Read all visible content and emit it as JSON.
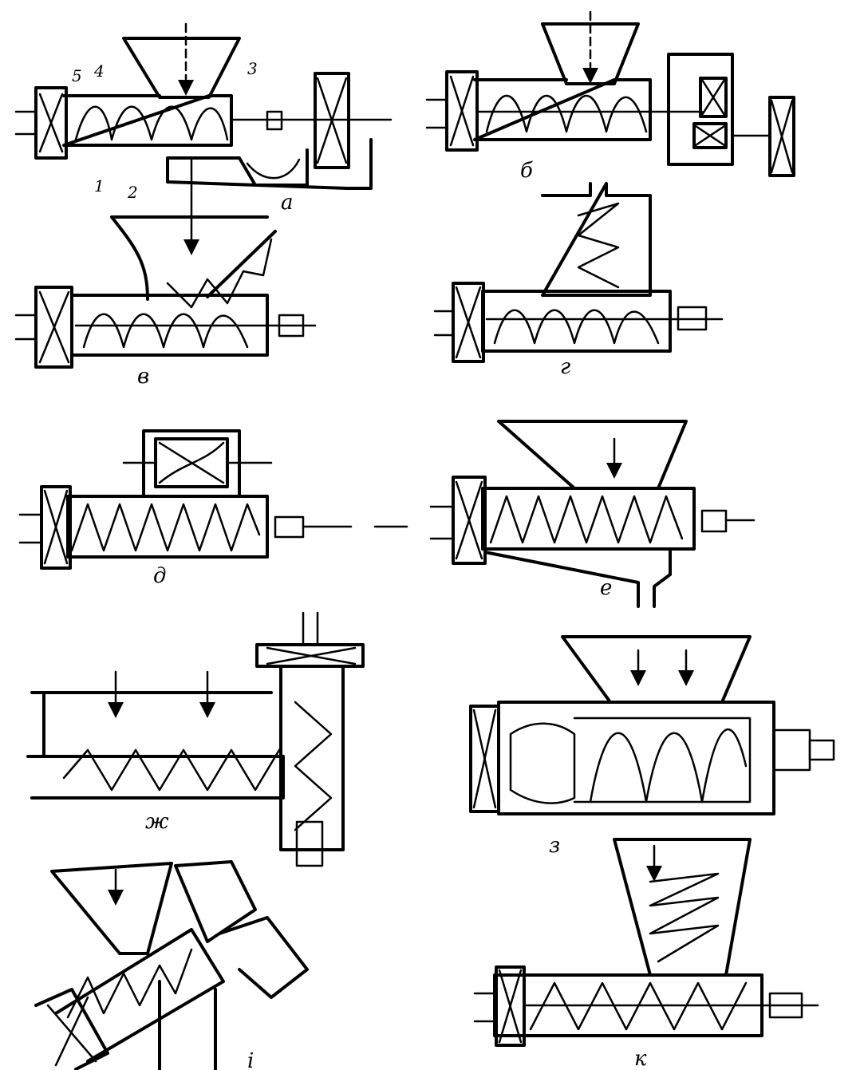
{
  "figure": {
    "panels": [
      {
        "id": "a",
        "label": "а",
        "callouts": [
          "1",
          "2",
          "3",
          "4",
          "5"
        ]
      },
      {
        "id": "b",
        "label": "б"
      },
      {
        "id": "v",
        "label": "в"
      },
      {
        "id": "g",
        "label": "г"
      },
      {
        "id": "d",
        "label": "д"
      },
      {
        "id": "e",
        "label": "е"
      },
      {
        "id": "zh",
        "label": "ж"
      },
      {
        "id": "z",
        "label": "з"
      },
      {
        "id": "i",
        "label": "і"
      },
      {
        "id": "k",
        "label": "к"
      }
    ]
  }
}
